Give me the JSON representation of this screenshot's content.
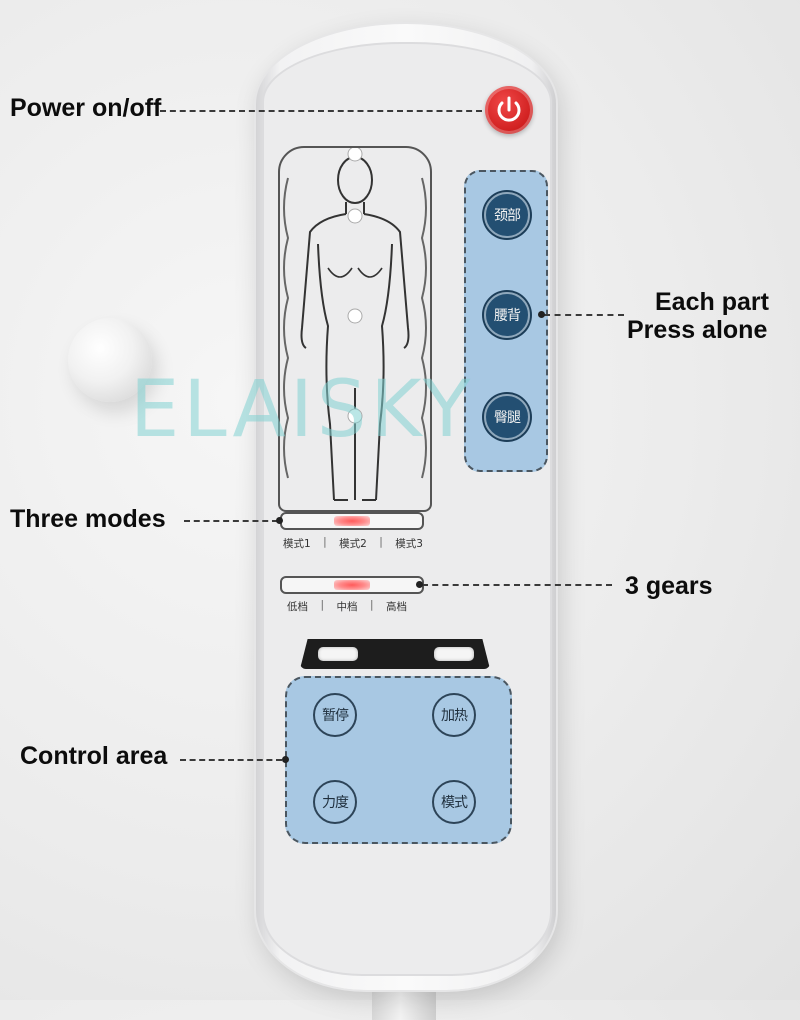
{
  "watermark": "ELAISKY",
  "callouts": {
    "power": "Power on/off",
    "each_part_line1": "Each part",
    "each_part_line2": "Press alone",
    "three_modes": "Three modes",
    "gears": "3 gears",
    "control_area": "Control area"
  },
  "part_buttons": [
    "颈部",
    "腰背",
    "臀腿"
  ],
  "mode_slider": {
    "ticks": [
      "模式1",
      "模式2",
      "模式3"
    ],
    "active_index": 1
  },
  "gear_slider": {
    "ticks": [
      "低档",
      "中档",
      "高档"
    ],
    "active_index": 1
  },
  "control_buttons": [
    "暂停",
    "加热",
    "力度",
    "模式"
  ],
  "colors": {
    "power": "#d62525",
    "panel_blue": "#a8c8e3",
    "part_button": "#234f72",
    "indicator_led": "#ff6b6b"
  },
  "icons": {
    "power": "power-icon"
  }
}
